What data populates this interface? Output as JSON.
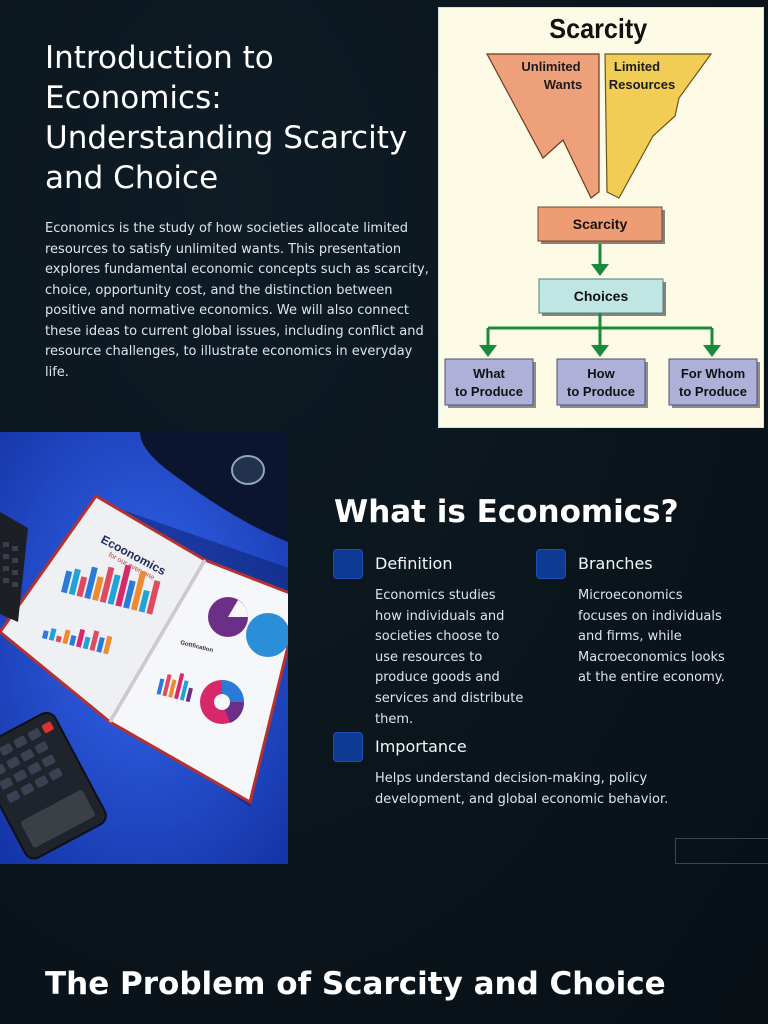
{
  "hero": {
    "title": "Introduction to Economics: Understanding Scarcity and Choice",
    "description": "Economics is the study of how societies allocate limited resources to satisfy unlimited wants. This presentation explores fundamental economic concepts such as scarcity, choice, opportunity cost, and the distinction between positive and normative economics. We will also connect these ideas to current global issues, including conflict and resource challenges, to illustrate economics in everyday life."
  },
  "diagram": {
    "title": "Scarcity",
    "wants_1": "Unlimited",
    "wants_2": "Wants",
    "resources_1": "Limited",
    "resources_2": "Resources",
    "scarcity": "Scarcity",
    "choices": "Choices",
    "what_1": "What",
    "what_2": "to Produce",
    "how_1": "How",
    "how_2": "to Produce",
    "whom_1": "For Whom",
    "whom_2": "to Produce"
  },
  "photo": {
    "book_title": "Ecoonomics",
    "book_subtitle": "for our everyone",
    "page_heading": "Gottfication"
  },
  "section2": {
    "title": "What is Economics?",
    "items": [
      {
        "heading": "Definition",
        "body": "Economics studies how individuals and societies choose to use resources to produce goods and services and distribute them."
      },
      {
        "heading": "Branches",
        "body": "Microeconomics focuses on individuals and firms, while Macroeconomics looks at the entire economy."
      },
      {
        "heading": "Importance",
        "body": "Helps understand decision-making, policy development, and global economic behavior."
      }
    ]
  },
  "section3": {
    "title": "The Problem of Scarcity and Choice"
  },
  "colors": {
    "background": "#0b151c",
    "accent_square": "#0d3a93",
    "diagram_bg": "#fdfbe6"
  }
}
